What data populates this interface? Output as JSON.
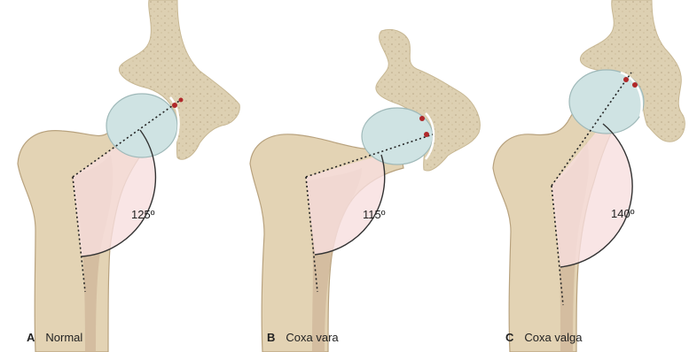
{
  "panels": [
    {
      "letter": "A",
      "label": "Normal",
      "angle": "125º",
      "angle_value": 125
    },
    {
      "letter": "B",
      "label": "Coxa vara",
      "angle": "115º",
      "angle_value": 115
    },
    {
      "letter": "C",
      "label": "Coxa valga",
      "angle": "140º",
      "angle_value": 140
    }
  ],
  "colors": {
    "bone": "#e3d3b4",
    "bone_outline": "#b8a27e",
    "pelvis": "#ddd0b2",
    "femoral_head": "#cfe3e3",
    "angle_sector": "#f7dede",
    "marker": "#b0282a"
  }
}
